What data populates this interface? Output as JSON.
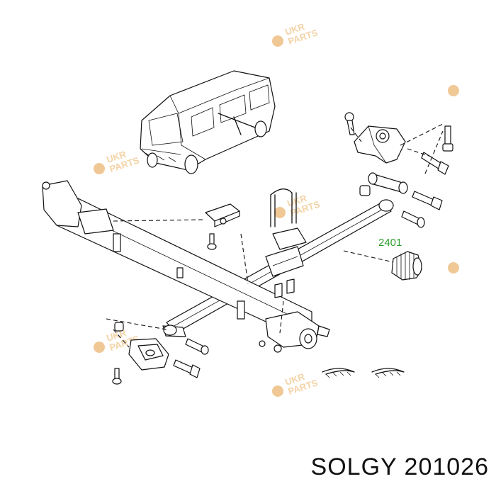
{
  "diagram": {
    "callout_label": "2401",
    "callout_color": "#2fa02f"
  },
  "watermark": {
    "line1": "UKR",
    "line2": "PARTS",
    "color": "#f3d3a6"
  },
  "caption": {
    "text": "SOLGY 201026"
  }
}
